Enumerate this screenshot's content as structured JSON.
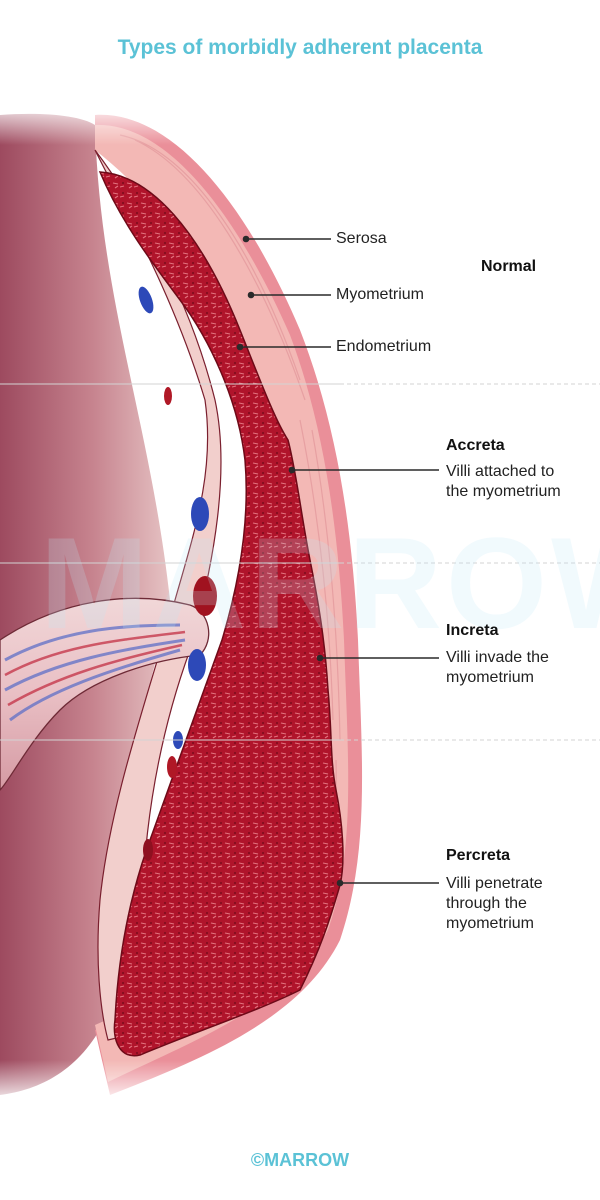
{
  "title": "Types of morbidly adherent placenta",
  "layers": {
    "serosa": "Serosa",
    "myometrium": "Myometrium",
    "endometrium": "Endometrium"
  },
  "normal": {
    "title": "Normal"
  },
  "accreta": {
    "title": "Accreta",
    "desc_line1": "Villi attached to",
    "desc_line2": "the myometrium"
  },
  "increta": {
    "title": "Increta",
    "desc_line1": "Villi invade the",
    "desc_line2": "myometrium"
  },
  "percreta": {
    "title": "Percreta",
    "desc_line1": "Villi penetrate",
    "desc_line2": "through the",
    "desc_line3": "myometrium"
  },
  "watermark": "MARROW",
  "footer": "©MARROW",
  "colors": {
    "title": "#5bc2d6",
    "placenta": "#b5122a",
    "myometrium": "#f2b3b0",
    "serosa": "#e98a95",
    "vein": "#2d49b8",
    "artery": "#b01826",
    "cavity": "#8a3c4f"
  }
}
